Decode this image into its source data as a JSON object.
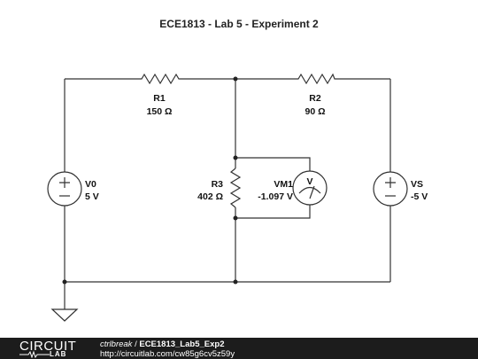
{
  "title": "ECE1813 - Lab 5 - Experiment 2",
  "components": {
    "R1": {
      "name": "R1",
      "value": "150 Ω"
    },
    "R2": {
      "name": "R2",
      "value": "90 Ω"
    },
    "R3": {
      "name": "R3",
      "value": "402 Ω"
    },
    "V0": {
      "name": "V0",
      "value": "5 V"
    },
    "VS": {
      "name": "VS",
      "value": "-5 V"
    },
    "VM1": {
      "name": "VM1",
      "value": "-1.097 V",
      "symbol": "V"
    }
  },
  "footer": {
    "logo_top": "CIRCUIT",
    "logo_bottom": "LAB",
    "author": "ctrlbreak",
    "separator": " / ",
    "project": "ECE1813_Lab5_Exp2",
    "url": "http://circuitlab.com/cw85g6cv5z59y"
  }
}
